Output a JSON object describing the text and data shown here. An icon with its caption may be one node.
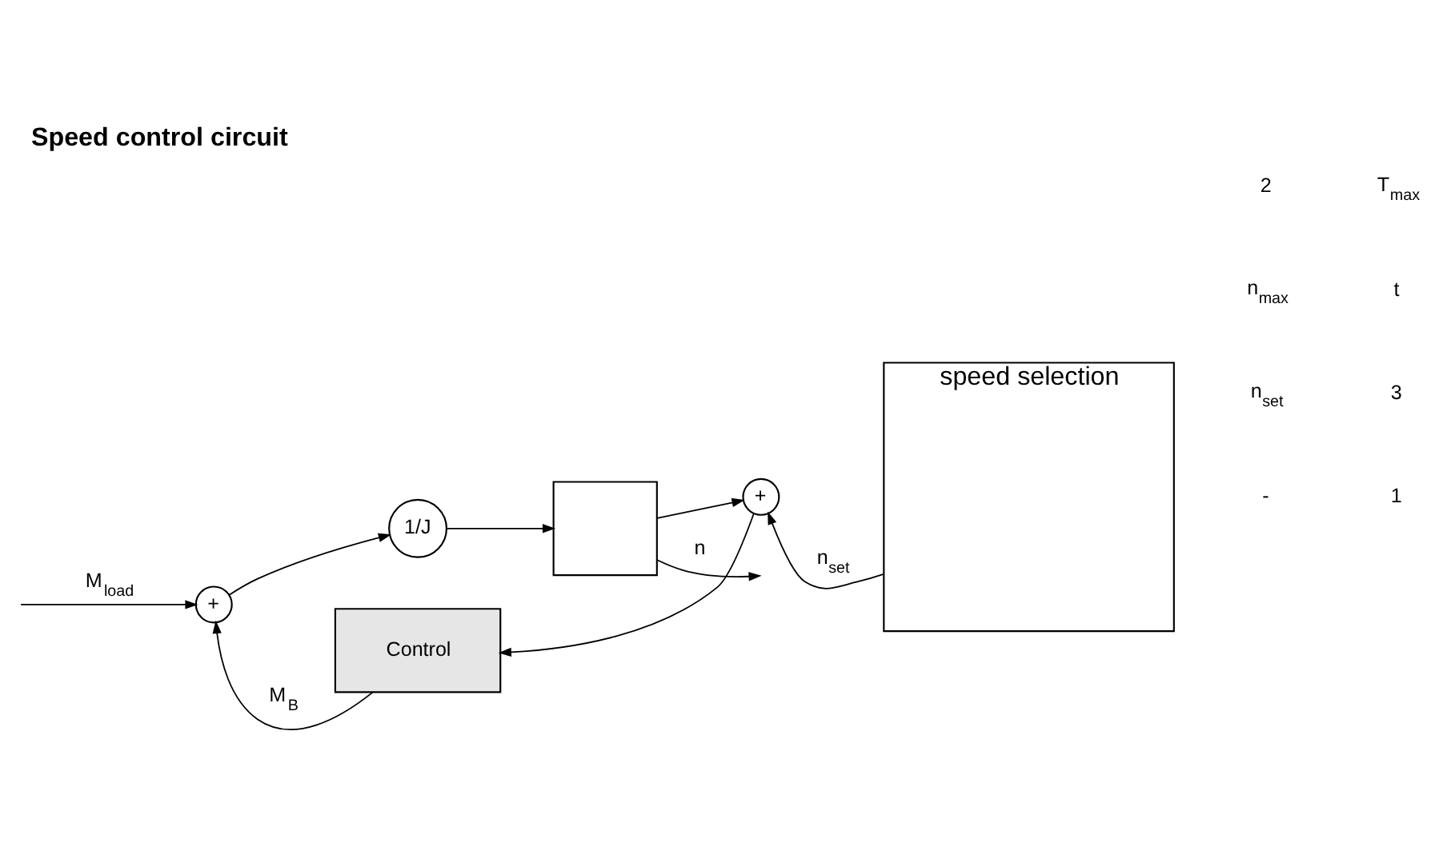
{
  "diagram": {
    "title": "Speed control circuit",
    "nodes": [
      {
        "text": [
          "+"
        ]
      },
      {
        "text": [
          "1/J"
        ]
      },
      {
        "text": [],
        "shape": "box"
      },
      {
        "text": [
          "+"
        ]
      },
      {
        "text": [
          "Control"
        ]
      },
      {
        "text": [
          "speed selection"
        ]
      }
    ],
    "edges": [
      {
        "from": null,
        "to": 0,
        "arrow": "to",
        "label": "M$_{load}$"
      },
      {
        "from": 0,
        "to": 1,
        "arrow": "to"
      },
      {
        "from": 1,
        "to": 2,
        "arrow": "to"
      },
      {
        "from": 2,
        "to": null,
        "arrow": "to",
        "label": "n"
      },
      {
        "from": 2,
        "to": 3,
        "arrow": "to"
      },
      {
        "from": 5,
        "to": 3,
        "arrow": "to",
        "label": "n$_{set}$"
      },
      {
        "from": 3,
        "to": 4,
        "arrow": "to"
      },
      {
        "from": 4,
        "to": 0,
        "arrow": "to",
        "label": "M$_{B}$"
      }
    ],
    "labels": [
      "-",
      "n$_{set}$",
      "n$_{max}$",
      "2",
      "1",
      "3",
      "t",
      "T$_{max}$"
    ]
  }
}
